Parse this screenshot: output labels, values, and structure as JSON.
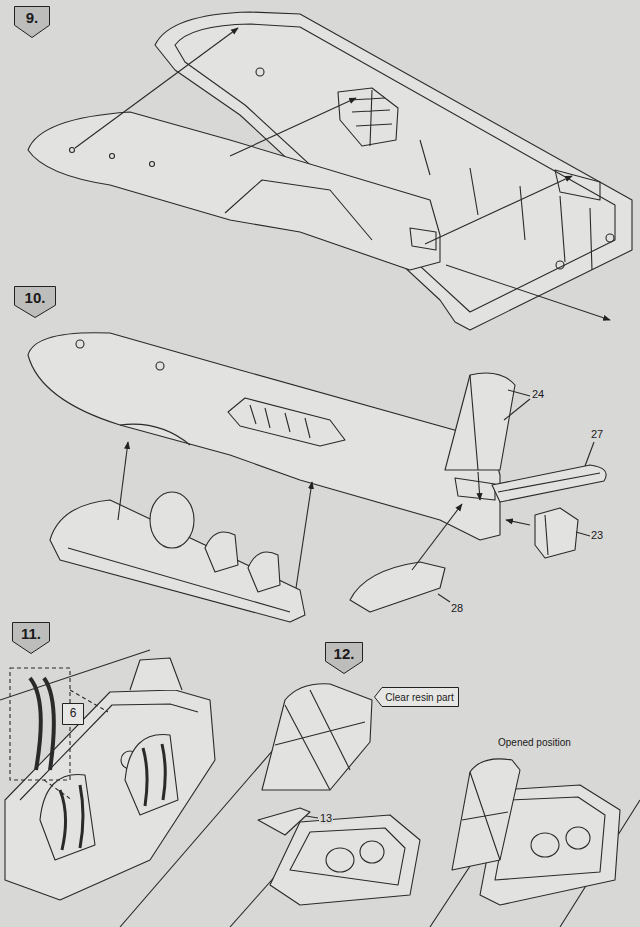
{
  "diagram": {
    "nodes": [
      {
        "text": [
          "9."
        ]
      },
      {
        "text": [
          "10."
        ]
      },
      {
        "text": [
          "11."
        ]
      },
      {
        "text": [
          "6"
        ]
      },
      {
        "text": [
          "12."
        ]
      },
      {
        "text": [
          "Clear resin part"
        ]
      }
    ],
    "labels": [
      "24",
      "27",
      "23",
      "28",
      "13",
      "Opened position"
    ]
  }
}
